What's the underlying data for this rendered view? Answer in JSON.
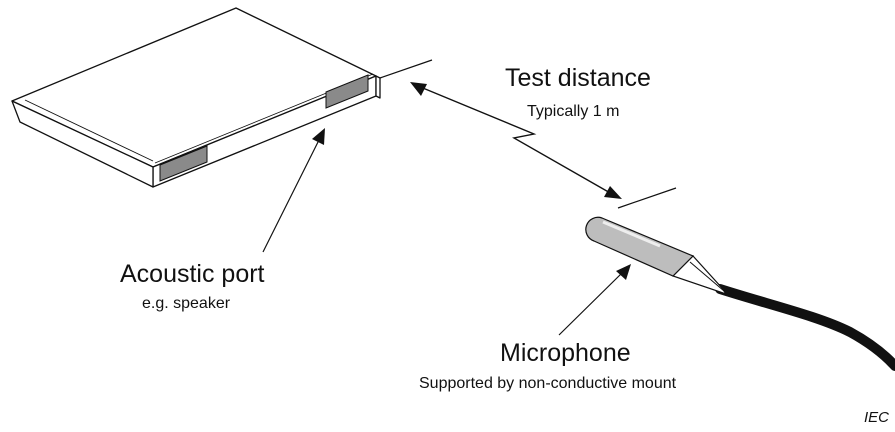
{
  "labels": {
    "test_distance": "Test distance",
    "test_distance_note": "Typically 1 m",
    "acoustic_port": "Acoustic port",
    "acoustic_port_note": "e.g. speaker",
    "microphone": "Microphone",
    "microphone_note": "Supported by non-conductive mount",
    "credit": "IEC"
  },
  "colors": {
    "line": "#111111",
    "port_fill": "#8a8a8a",
    "mic_body": "#bdbdbd",
    "cable": "#111111"
  }
}
